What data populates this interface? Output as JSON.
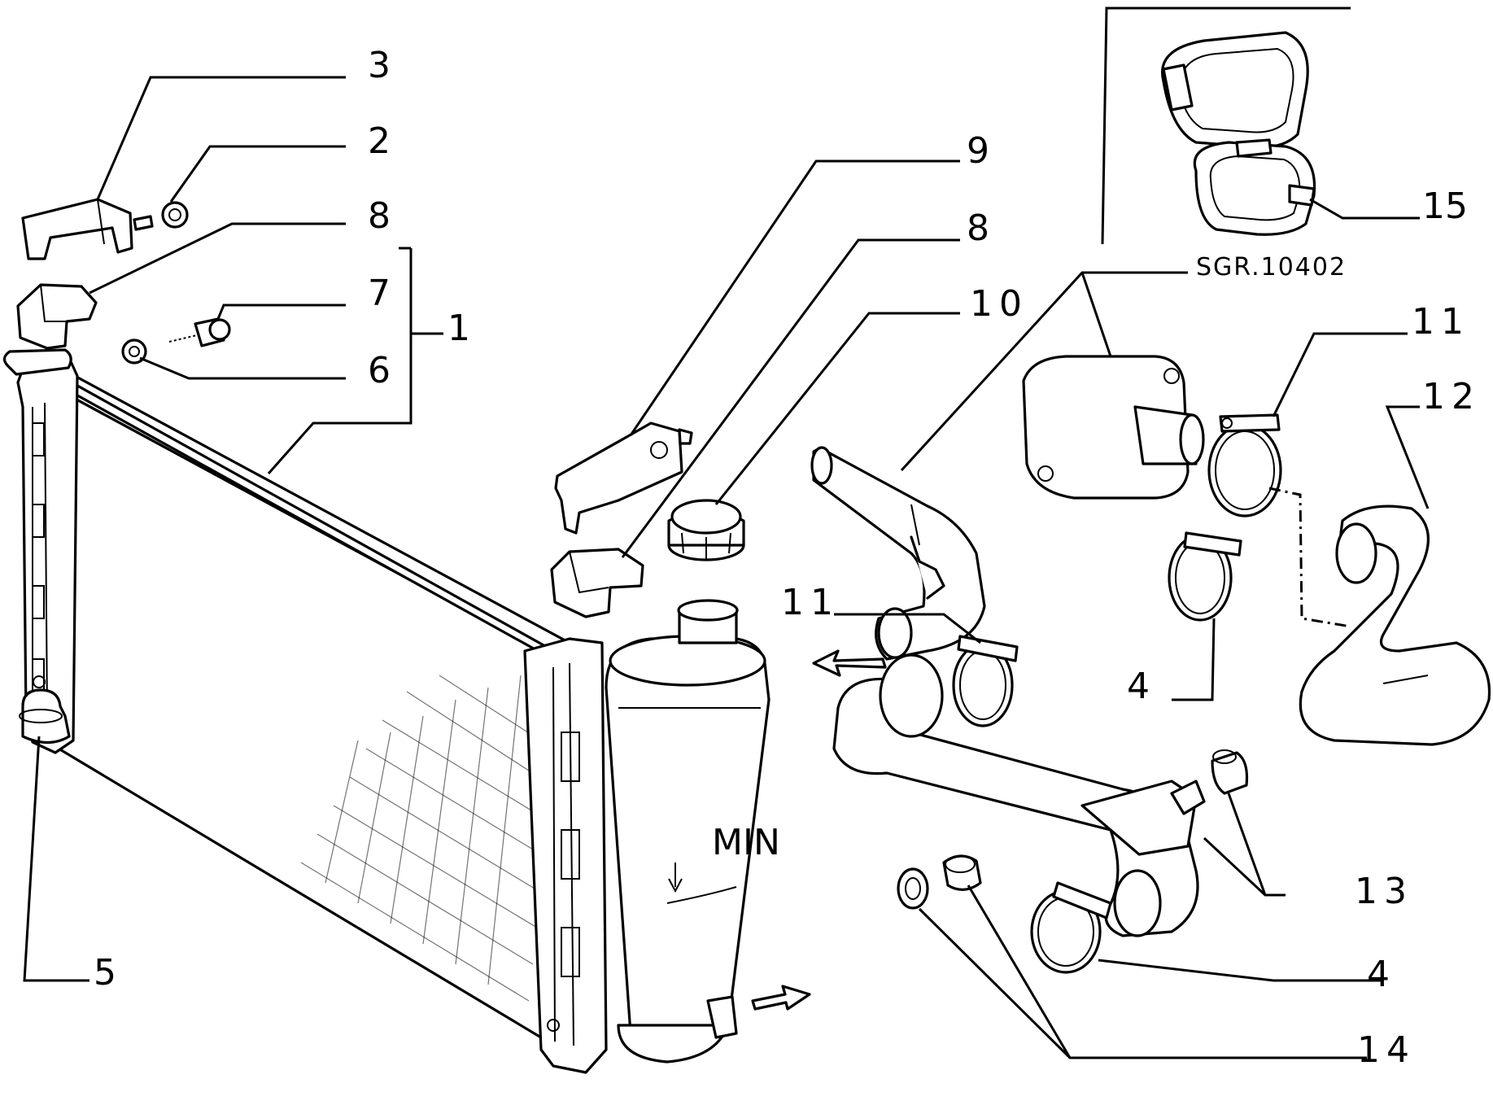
{
  "diagram": {
    "reference_code": "SGR.10402",
    "callouts": [
      {
        "id": "c3",
        "text": "3"
      },
      {
        "id": "c2",
        "text": "2"
      },
      {
        "id": "c8a",
        "text": "8"
      },
      {
        "id": "c7",
        "text": "7"
      },
      {
        "id": "c1",
        "text": "1"
      },
      {
        "id": "c6",
        "text": "6"
      },
      {
        "id": "c5",
        "text": "5"
      },
      {
        "id": "c9",
        "text": "9"
      },
      {
        "id": "c8b",
        "text": "8"
      },
      {
        "id": "c10",
        "text": "10"
      },
      {
        "id": "c15",
        "text": "15"
      },
      {
        "id": "c11a",
        "text": "11"
      },
      {
        "id": "c12",
        "text": "12"
      },
      {
        "id": "c11b",
        "text": "11"
      },
      {
        "id": "c4a",
        "text": "4"
      },
      {
        "id": "c13",
        "text": "13"
      },
      {
        "id": "c4b",
        "text": "4"
      },
      {
        "id": "c14",
        "text": "14"
      }
    ],
    "tank_marking": "MIN"
  }
}
